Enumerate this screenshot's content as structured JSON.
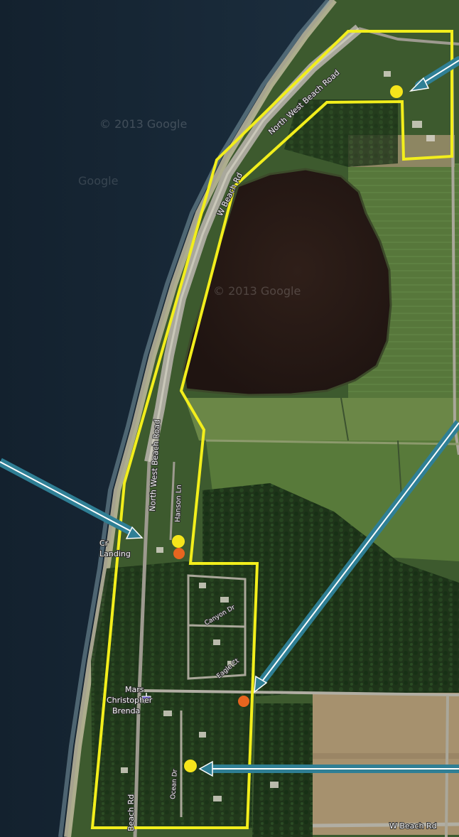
{
  "roads": {
    "north_west_beach_road_upper": "North West Beach Road",
    "w_beach_rd_upper": "W Beach Rd",
    "north_west_beach_road_lower": "North West Beach Road",
    "hanson_ln": "Hanson Ln",
    "beach_rd_lower": "Beach Rd",
    "w_beach_rd_bottom": "W Beach Rd",
    "side_rd_1": "Canyon Dr",
    "side_rd_2": "Eagle Ct",
    "side_rd_3": "Ocean Dr"
  },
  "places": {
    "landing_1": "Cr",
    "landing_2": "Landing",
    "church_1": "Mars",
    "church_2": "Christopher",
    "church_3": "Brenda"
  },
  "watermarks": [
    "© 2013 Google",
    "Google",
    "© 2013 Google"
  ],
  "colors": {
    "boundary": "#f2ee1c",
    "arrow": "#2f7f95",
    "marker_yellow": "#f5e51b",
    "marker_orange": "#e8651f",
    "water": "#1b2c3c",
    "lake": "#2b1c17"
  }
}
